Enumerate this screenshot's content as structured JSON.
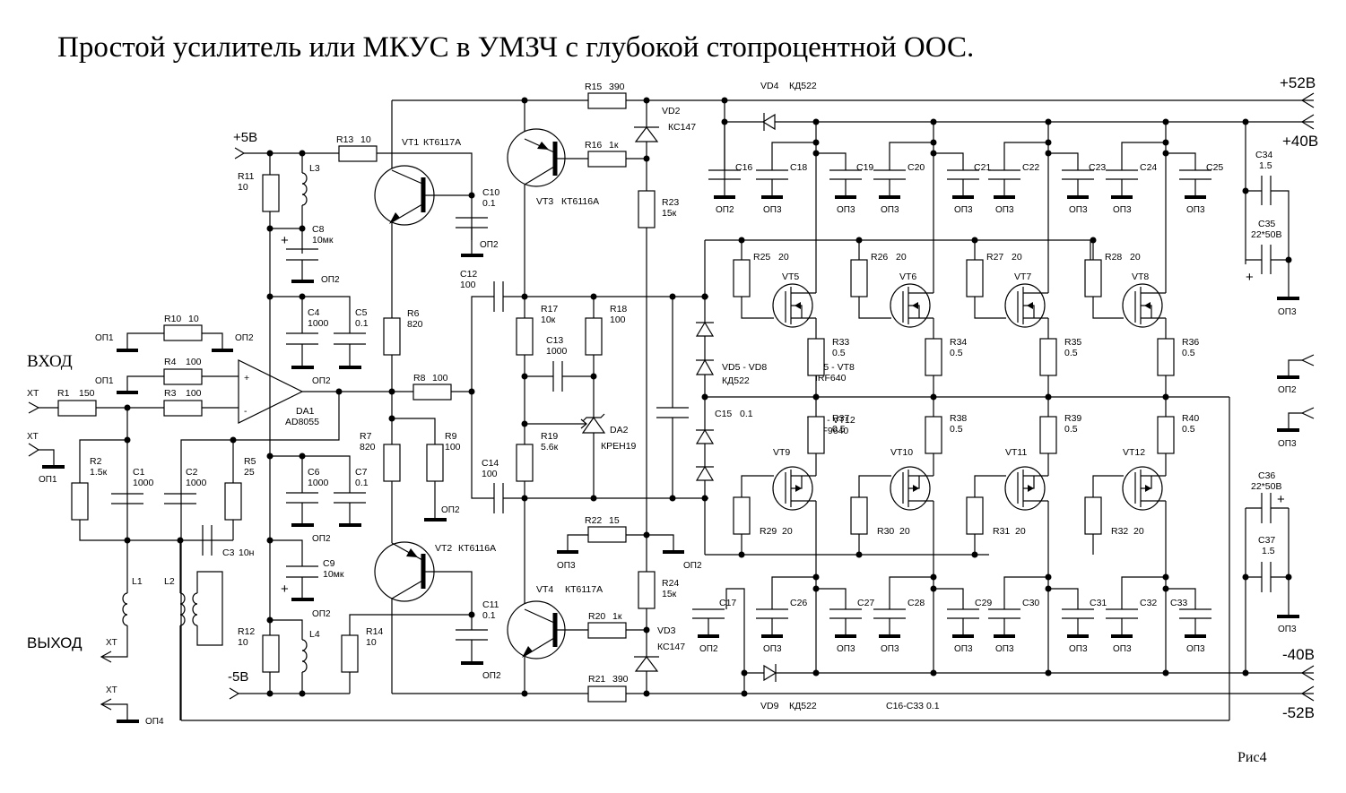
{
  "title": "Простой усилитель или  МКУС в УМЗЧ с глубокой стопроцентной ООС.",
  "figure_label": "Рис4",
  "rails": {
    "p52": "+52В",
    "p40": "+40В",
    "m40": "-40В",
    "m52": "-52В",
    "p5": "+5В",
    "m5": "-5В"
  },
  "ports": {
    "input": "ВХОД",
    "output": "ВЫХОД",
    "xt": "XT"
  },
  "grounds": {
    "op1": "ОП1",
    "op2": "ОП2",
    "op3": "ОП3",
    "op4": "ОП4"
  },
  "components": {
    "R1": {
      "ref": "R1",
      "val": "150"
    },
    "R2": {
      "ref": "R2",
      "val": "1.5к"
    },
    "R3": {
      "ref": "R3",
      "val": "100"
    },
    "R4": {
      "ref": "R4",
      "val": "100"
    },
    "R5": {
      "ref": "R5",
      "val": "25"
    },
    "R6": {
      "ref": "R6",
      "val": "820"
    },
    "R7": {
      "ref": "R7",
      "val": "820"
    },
    "R8": {
      "ref": "R8",
      "val": "100"
    },
    "R9": {
      "ref": "R9",
      "val": "100"
    },
    "R10": {
      "ref": "R10",
      "val": "10"
    },
    "R11": {
      "ref": "R11",
      "val": "10"
    },
    "R12": {
      "ref": "R12",
      "val": "10"
    },
    "R13": {
      "ref": "R13",
      "val": "10"
    },
    "R14": {
      "ref": "R14",
      "val": "10"
    },
    "R15": {
      "ref": "R15",
      "val": "390"
    },
    "R16": {
      "ref": "R16",
      "val": "1к"
    },
    "R17": {
      "ref": "R17",
      "val": "10к"
    },
    "R18": {
      "ref": "R18",
      "val": "100"
    },
    "R19": {
      "ref": "R19",
      "val": "5.6к"
    },
    "R20": {
      "ref": "R20",
      "val": "1к"
    },
    "R21": {
      "ref": "R21",
      "val": "390"
    },
    "R22": {
      "ref": "R22",
      "val": "15"
    },
    "R23": {
      "ref": "R23",
      "val": "15к"
    },
    "R24": {
      "ref": "R24",
      "val": "15к"
    },
    "R25": {
      "ref": "R25",
      "val": "20"
    },
    "R26": {
      "ref": "R26",
      "val": "20"
    },
    "R27": {
      "ref": "R27",
      "val": "20"
    },
    "R28": {
      "ref": "R28",
      "val": "20"
    },
    "R29": {
      "ref": "R29",
      "val": "20"
    },
    "R30": {
      "ref": "R30",
      "val": "20"
    },
    "R31": {
      "ref": "R31",
      "val": "20"
    },
    "R32": {
      "ref": "R32",
      "val": "20"
    },
    "R33": {
      "ref": "R33",
      "val": "0.5"
    },
    "R34": {
      "ref": "R34",
      "val": "0.5"
    },
    "R35": {
      "ref": "R35",
      "val": "0.5"
    },
    "R36": {
      "ref": "R36",
      "val": "0.5"
    },
    "R37": {
      "ref": "R37",
      "val": "0.5"
    },
    "R38": {
      "ref": "R38",
      "val": "0.5"
    },
    "R39": {
      "ref": "R39",
      "val": "0.5"
    },
    "R40": {
      "ref": "R40",
      "val": "0.5"
    },
    "C1": {
      "ref": "C1",
      "val": "1000"
    },
    "C2": {
      "ref": "C2",
      "val": "1000"
    },
    "C3": {
      "ref": "C3",
      "val": "10н"
    },
    "C4": {
      "ref": "C4",
      "val": "1000"
    },
    "C5": {
      "ref": "C5",
      "val": "0.1"
    },
    "C6": {
      "ref": "C6",
      "val": "1000"
    },
    "C7": {
      "ref": "C7",
      "val": "0.1"
    },
    "C8": {
      "ref": "C8",
      "val": "10мк"
    },
    "C9": {
      "ref": "C9",
      "val": "10мк"
    },
    "C10": {
      "ref": "C10",
      "val": "0.1"
    },
    "C11": {
      "ref": "C11",
      "val": "0.1"
    },
    "C12": {
      "ref": "C12",
      "val": "100"
    },
    "C13": {
      "ref": "C13",
      "val": "1000"
    },
    "C14": {
      "ref": "C14",
      "val": "100"
    },
    "C15": {
      "ref": "C15",
      "val": "0.1"
    },
    "C34": {
      "ref": "C34",
      "val": "1.5"
    },
    "C35": {
      "ref": "C35",
      "val": "22*50В"
    },
    "C36": {
      "ref": "C36",
      "val": "22*50В"
    },
    "C37": {
      "ref": "C37",
      "val": "1.5"
    },
    "C16_C33_note": "С16-С33  0.1",
    "L1": {
      "ref": "L1"
    },
    "L2": {
      "ref": "L2"
    },
    "L3": {
      "ref": "L3"
    },
    "L4": {
      "ref": "L4"
    },
    "DA1": {
      "ref": "DA1",
      "val": "AD8055"
    },
    "DA2": {
      "ref": "DA2",
      "val": "КРЕН19"
    },
    "VT1": {
      "ref": "VT1",
      "val": "КТ6117А"
    },
    "VT2": {
      "ref": "VT2",
      "val": "КТ6116А"
    },
    "VT3": {
      "ref": "VT3",
      "val": "КТ6116А"
    },
    "VT4": {
      "ref": "VT4",
      "val": "КТ6117А"
    },
    "VD2": {
      "ref": "VD2",
      "val": "КС147"
    },
    "VD3": {
      "ref": "VD3",
      "val": "КС147"
    },
    "VD4": {
      "ref": "VD4",
      "val": "КД522"
    },
    "VD9": {
      "ref": "VD9",
      "val": "КД522"
    },
    "VD5_8": {
      "ref": "VD5 - VD8",
      "val": "КД522"
    },
    "VT5_8": {
      "ref": "VT5 - VT8",
      "val": "IRF640"
    },
    "VT9_12": {
      "ref": "VT9 - VT12",
      "val": "IRF9640"
    },
    "mosfets_top": [
      "VT5",
      "VT6",
      "VT7",
      "VT8"
    ],
    "mosfets_bot": [
      "VT9",
      "VT10",
      "VT11",
      "VT12"
    ],
    "caps_top": [
      "C16",
      "C18",
      "C19",
      "C20",
      "C21",
      "C22",
      "C23",
      "C24",
      "C25"
    ],
    "caps_bot": [
      "C17",
      "C26",
      "C27",
      "C28",
      "C29",
      "C30",
      "C31",
      "C32",
      "C33"
    ]
  },
  "opamp_pins": {
    "plus": "+",
    "minus": "-"
  },
  "polarity": "+"
}
